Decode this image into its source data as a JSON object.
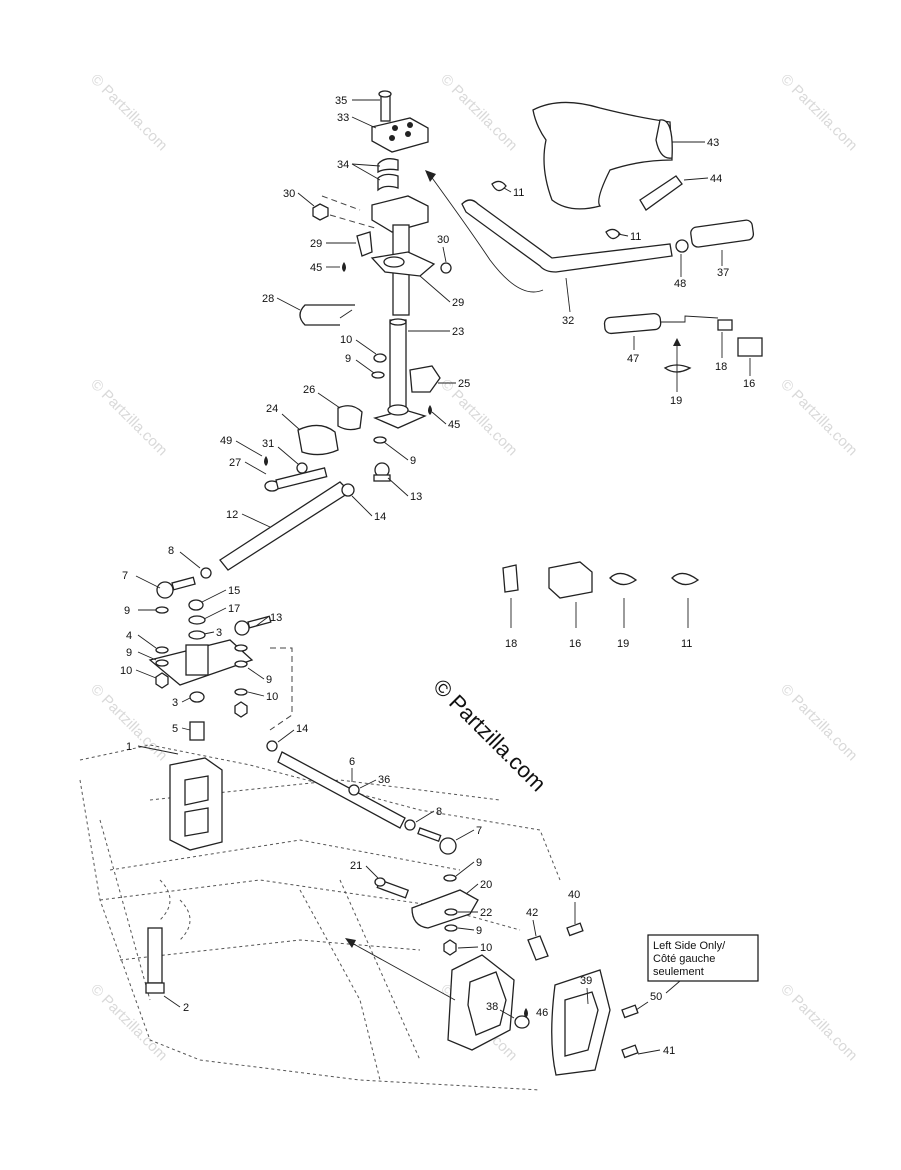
{
  "watermark": {
    "text": "© Partzilla.com",
    "center_text": "© Partzilla.com"
  },
  "note": {
    "line1": "Left Side Only/",
    "line2": "Côté gauche",
    "line3": "seulement"
  },
  "legend_items": [
    {
      "number": "18",
      "icon": "connector-icon"
    },
    {
      "number": "16",
      "icon": "housing-icon"
    },
    {
      "number": "19",
      "icon": "tie-wrap-icon"
    },
    {
      "number": "11",
      "icon": "tie-wrap-icon"
    }
  ],
  "callouts": [
    "35",
    "33",
    "34",
    "30",
    "29",
    "45",
    "30",
    "29",
    "28",
    "10",
    "9",
    "23",
    "25",
    "45",
    "26",
    "24",
    "49",
    "31",
    "27",
    "9",
    "13",
    "14",
    "12",
    "8",
    "7",
    "15",
    "17",
    "9",
    "13",
    "3",
    "4",
    "9",
    "10",
    "9",
    "10",
    "3",
    "5",
    "1",
    "14",
    "6",
    "36",
    "8",
    "7",
    "9",
    "21",
    "20",
    "22",
    "9",
    "10",
    "2",
    "42",
    "40",
    "39",
    "38",
    "46",
    "50",
    "41",
    "43",
    "44",
    "11",
    "11",
    "37",
    "48",
    "32",
    "47",
    "18",
    "16",
    "19"
  ],
  "colors": {
    "line": "#222222",
    "watermark": "#d9d9d9",
    "fill_grey": "#9a9a9a"
  }
}
